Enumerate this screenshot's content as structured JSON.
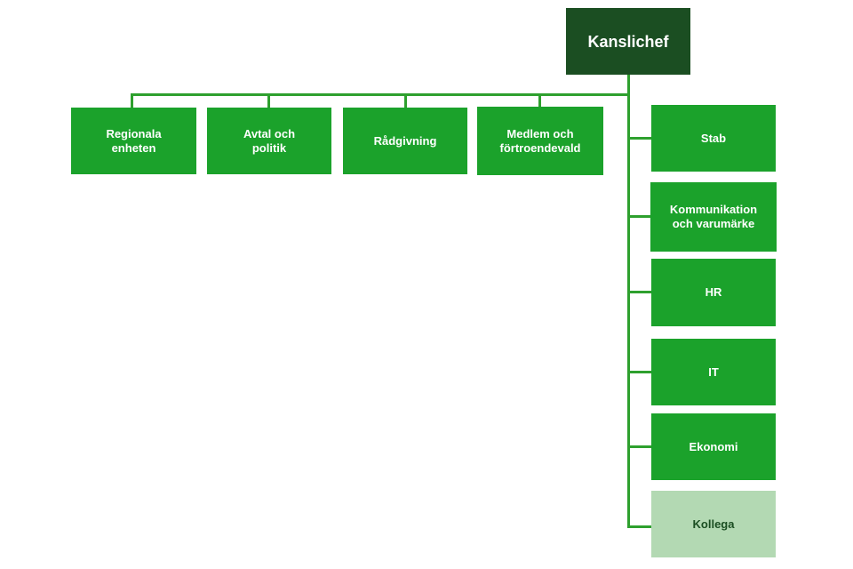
{
  "colors": {
    "root": "#1b4e22",
    "unit": "#1ba22b",
    "muted": "#b3d9b3",
    "muted_text": "#1b4e22",
    "line": "#2ea02e"
  },
  "chart": {
    "root": {
      "label": "Kanslichef"
    },
    "departments": [
      {
        "label": "Regionala\nenheten"
      },
      {
        "label": "Avtal och\npolitik"
      },
      {
        "label": "Rådgivning"
      },
      {
        "label": "Medlem och\nförtroendevald"
      }
    ],
    "staff": [
      {
        "label": "Stab"
      },
      {
        "label": "Kommunikation\noch varumärke"
      },
      {
        "label": "HR"
      },
      {
        "label": "IT"
      },
      {
        "label": "Ekonomi"
      },
      {
        "label": "Kollega"
      }
    ]
  }
}
